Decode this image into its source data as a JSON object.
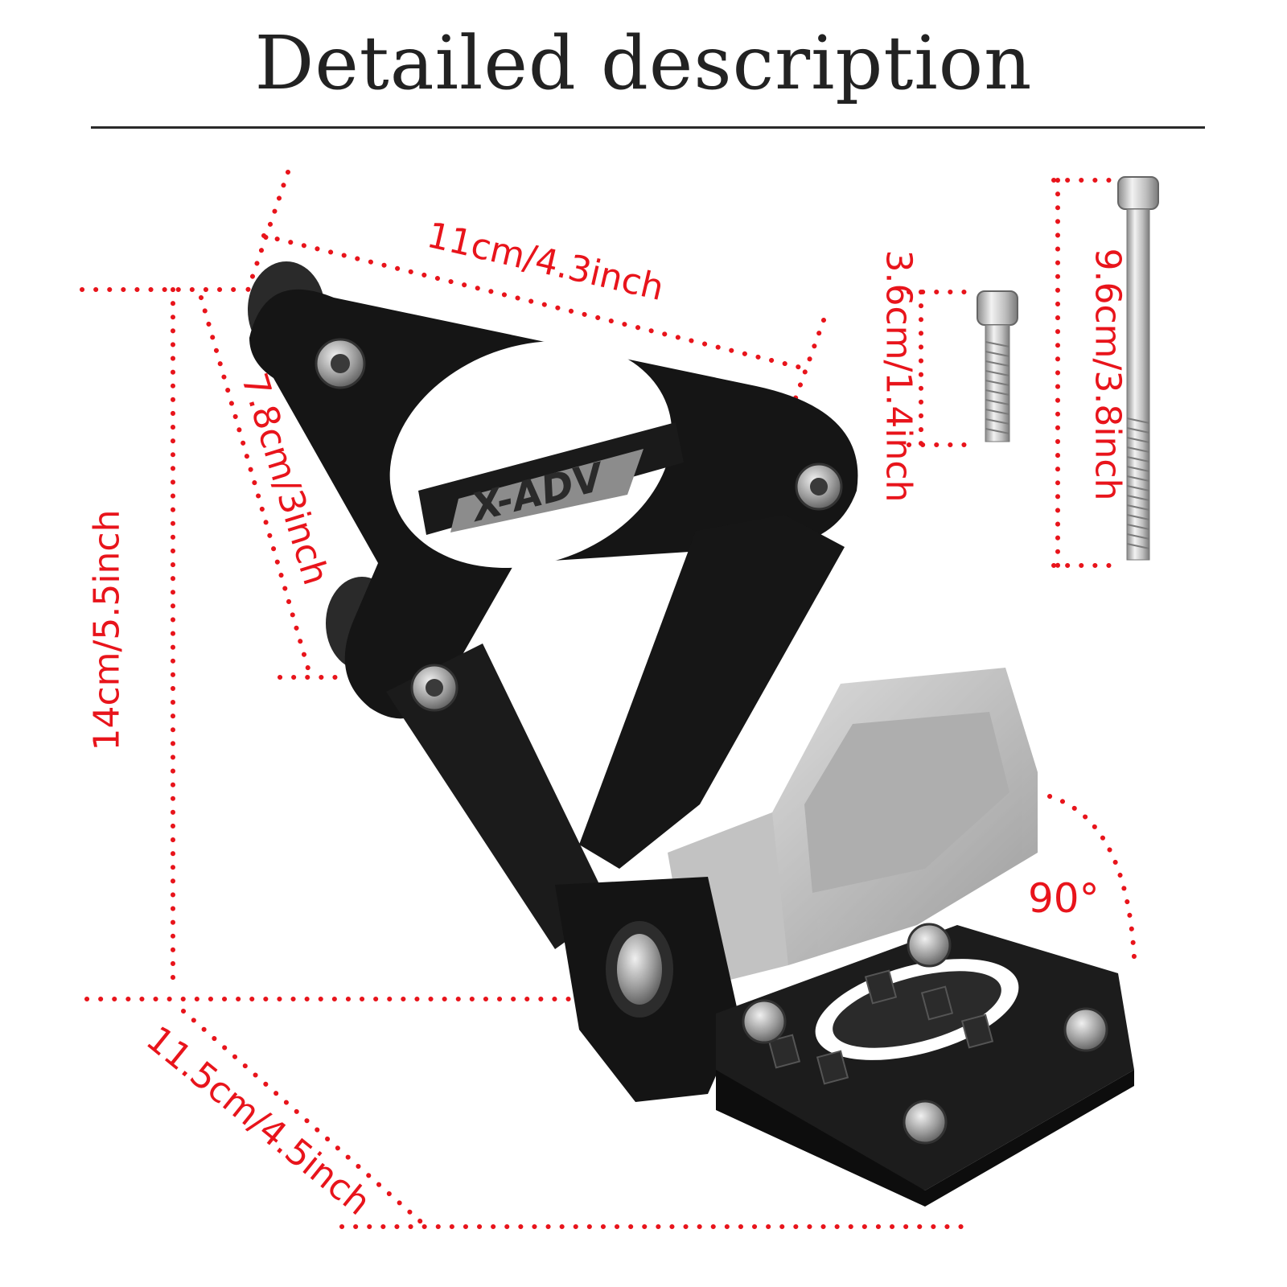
{
  "title": "Detailed description",
  "brand_logo": "X-ADV",
  "dimensions": {
    "top_width": "11cm/4.3inch",
    "left_arm": "7.8cm/3inch",
    "height": "14cm/5.5inch",
    "bottom_width": "11.5cm/4.5inch",
    "short_bolt": "3.6cm/1.4inch",
    "long_bolt": "9.6cm/3.8inch",
    "angle": "90°"
  },
  "colors": {
    "dimension_lines": "#e8141b",
    "bracket": "#111111",
    "hardware": "#b9b9b9"
  }
}
